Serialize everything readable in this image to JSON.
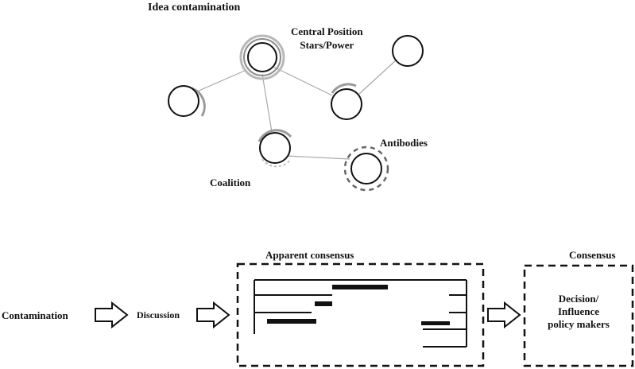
{
  "top": {
    "title": "Idea contamination",
    "central_label_line1": "Central Position",
    "central_label_line2": "Stars/Power",
    "antibodies_label": "Antibodies",
    "coalition_label": "Coalition"
  },
  "bottom": {
    "contamination": "Contamination",
    "discussion": "Discussion",
    "apparent_consensus": "Apparent consensus",
    "consensus": "Consensus",
    "decision_line1": "Decision/",
    "decision_line2": "Influence",
    "decision_line3": "policy makers"
  },
  "colors": {
    "node_stroke": "#111111",
    "halo": "#9a9a9a",
    "edge": "#a8a8a8"
  }
}
